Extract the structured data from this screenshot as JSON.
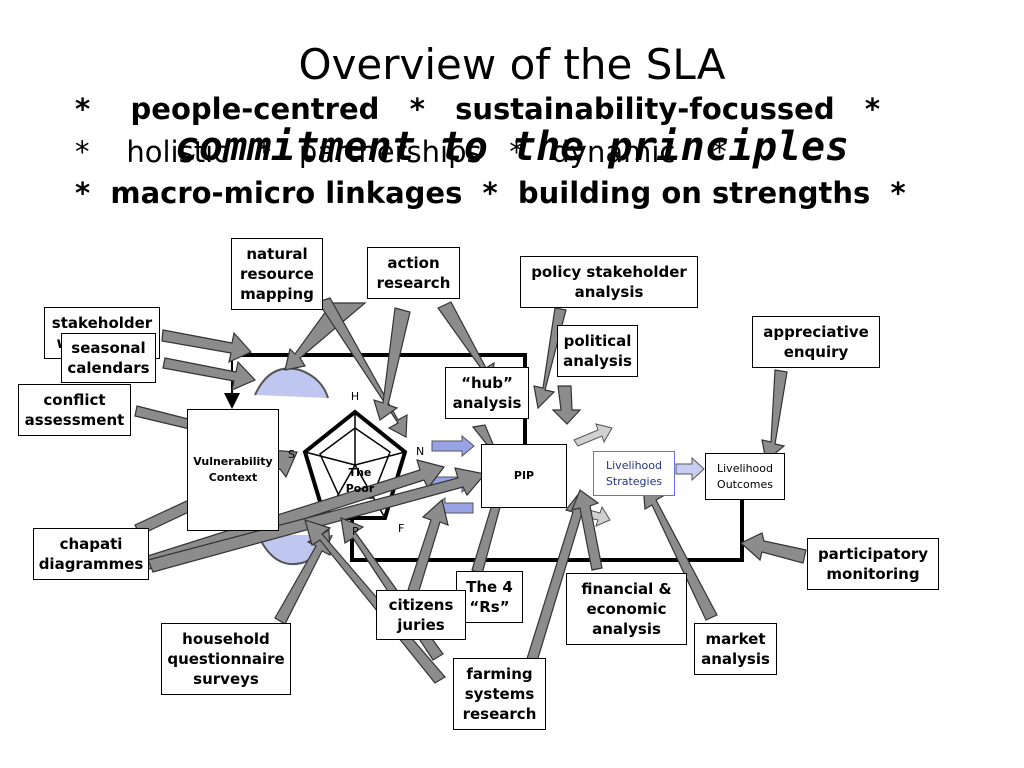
{
  "title": "Overview of the SLA",
  "principles": {
    "line1": "*    people-centred   *   sustainability-focussed   *",
    "line2": "*    holistic   *   partnerships   *   dynamic    *",
    "line3": "*  macro-micro linkages  *  building on strengths  *",
    "overlay": "commitment to the principles"
  },
  "framework": {
    "vulnerability": "Vulnerability Context",
    "the_poor": "The Poor",
    "pip": "PIP",
    "strategies": "Livelihood Strategies",
    "outcomes": "Livelihood Outcomes",
    "pentagon_labels": [
      "H",
      "N",
      "F",
      "P",
      "S"
    ]
  },
  "tools": {
    "natural_resource": "natural resource mapping",
    "action_research": "action research",
    "policy_stakeholder": "policy stakeholder analysis",
    "political_analysis": "political analysis",
    "appreciative_enquiry": "appreciative enquiry",
    "stakeholder_workshops": "stakeholder workshops",
    "seasonal_calendars": "seasonal calendars",
    "conflict_assessment": "conflict assessment",
    "hub_analysis": "“hub” analysis",
    "chapati_diagrammes": "chapati diagrammes",
    "participatory_monitoring": "participatory monitoring",
    "the_4rs": "The 4 “Rs”",
    "citizens_juries": "citizens juries",
    "financial_economic": "financial & economic analysis",
    "market_analysis": "market analysis",
    "household_surveys": "household questionnaire surveys",
    "farming_systems": "farming systems research"
  }
}
